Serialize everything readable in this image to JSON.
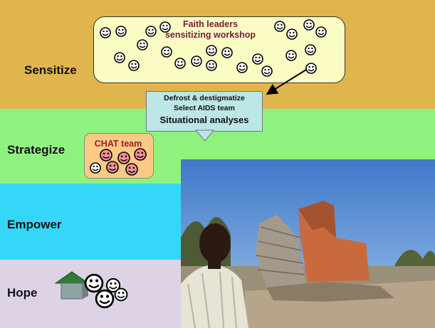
{
  "bands": [
    {
      "label": "Sensitize",
      "color": "#e1b54d"
    },
    {
      "label": "Strategize",
      "color": "#8ff27f"
    },
    {
      "label": "Empower",
      "color": "#35d7f8"
    },
    {
      "label": "Hope",
      "color": "#ded3e6"
    }
  ],
  "workshop": {
    "title_line1": "Faith leaders",
    "title_line2": "sensitizing workshop"
  },
  "callout": {
    "line1": "Defrost & destigmatize",
    "line2": "Select AIDS team",
    "line3": "Situational analyses"
  },
  "chat": {
    "title": "CHAT team"
  },
  "icons": {
    "face": "smiley-face-icon",
    "house": "house-icon",
    "photo": "photo-man-ruined-house"
  },
  "colors": {
    "title_text": "#7a1a3b",
    "chat_text": "#9b1b2f",
    "pink_face": "#f5909a"
  }
}
